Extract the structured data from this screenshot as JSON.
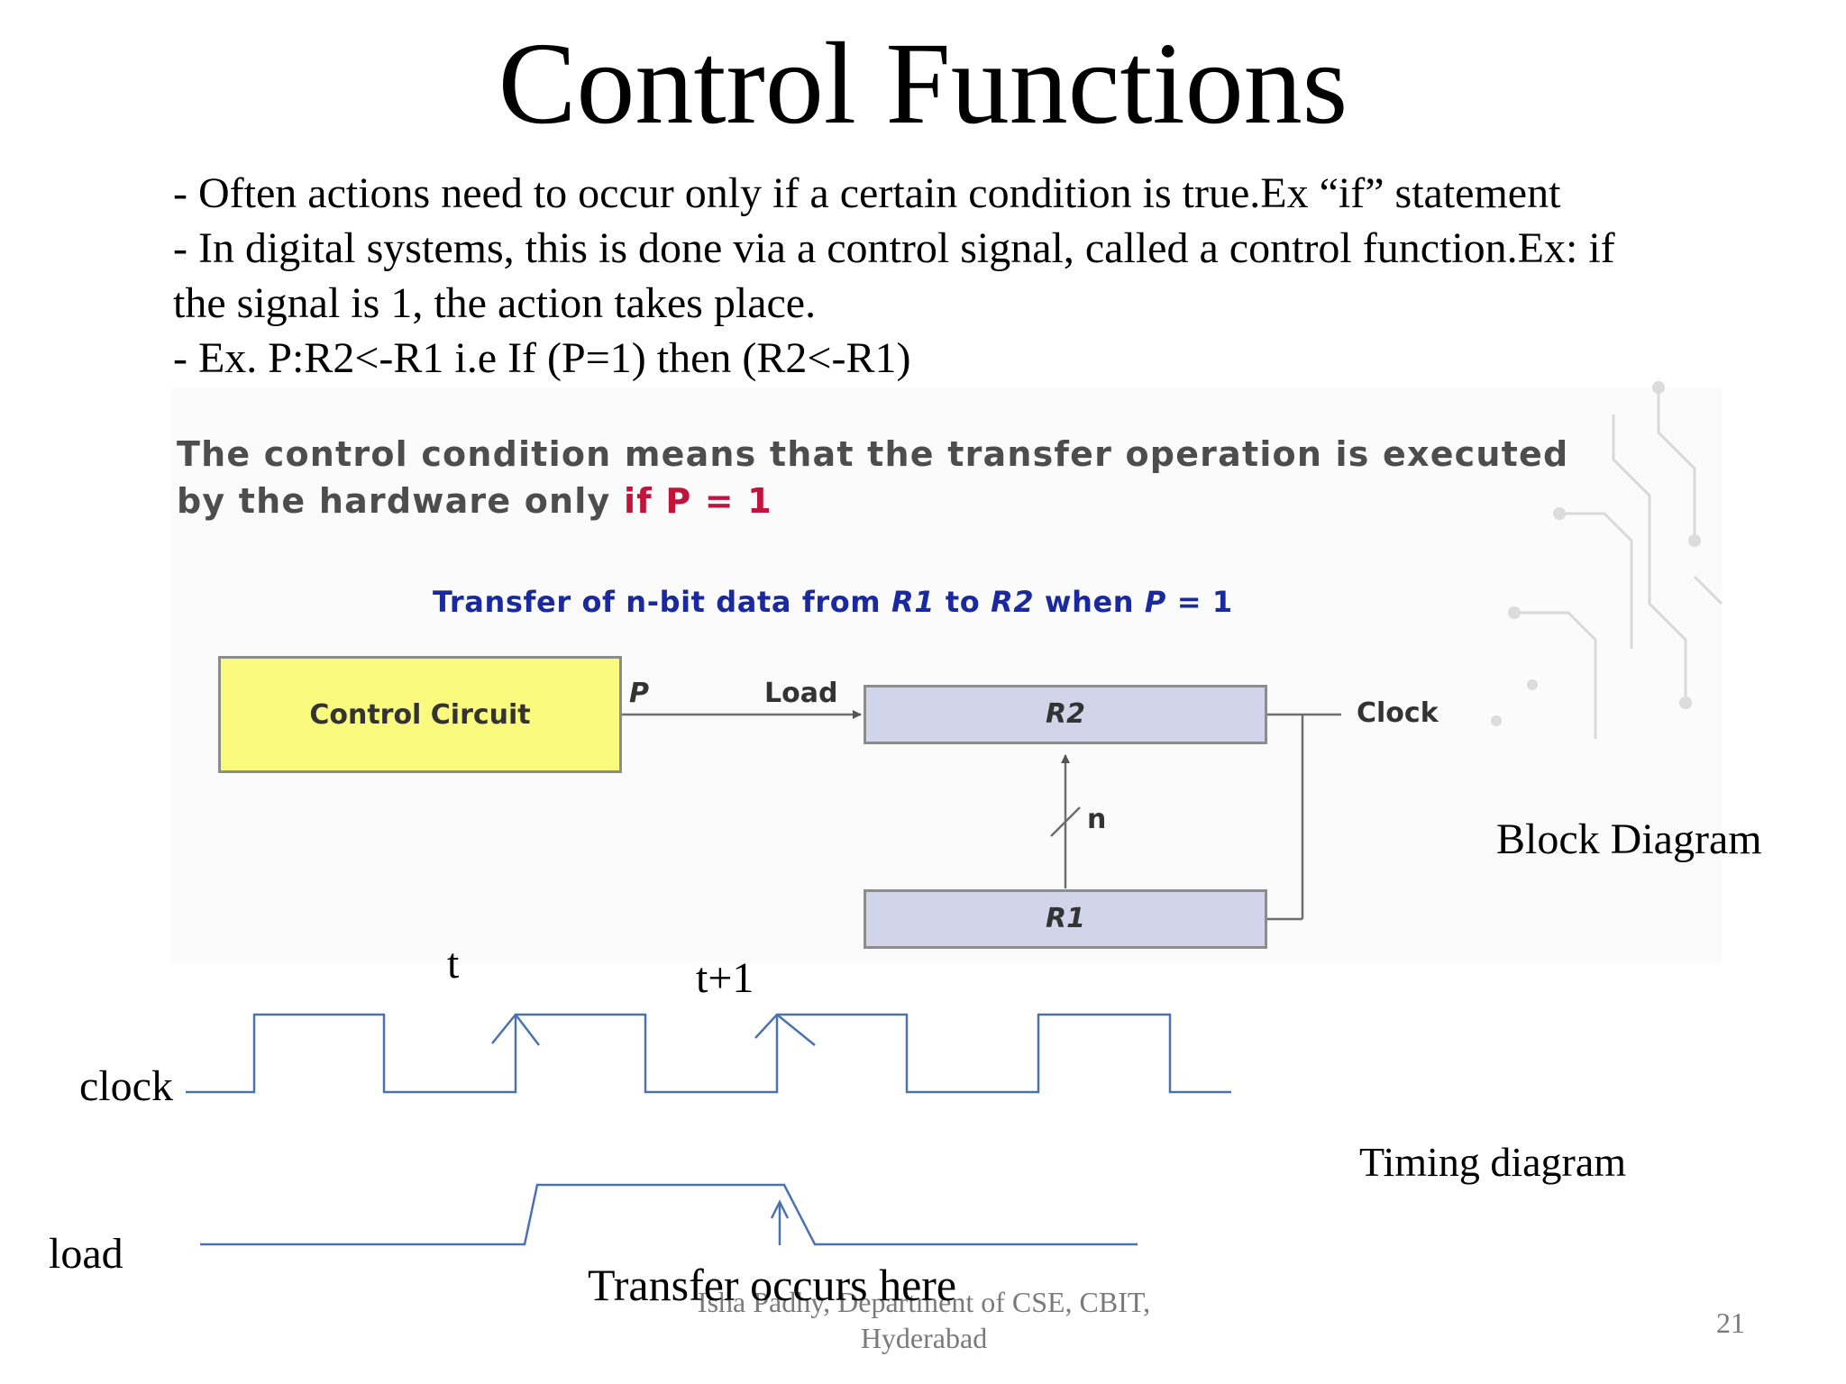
{
  "slide": {
    "title": "Control Functions",
    "bullets": [
      "- Often actions need to occur only if a certain condition is true.Ex “if” statement",
      "- In digital systems, this is done via a control signal, called a control function.Ex: if",
      "the signal is 1, the action takes place.",
      "- Ex. P:R2<-R1 i.e If (P=1) then (R2<-R1)"
    ]
  },
  "block_image": {
    "condition_line1": "The control condition means that the transfer operation is executed",
    "condition_line2_prefix": "by the hardware only ",
    "condition_line2_highlight": "if P = 1",
    "caption_parts": {
      "a": "Transfer of n-bit data from ",
      "r1": "R1",
      "b": " to ",
      "r2": "R2",
      "c": " when ",
      "p": "P",
      "d": " = 1"
    },
    "control_circuit_label": "Control Circuit",
    "p_label": "P",
    "load_label": "Load",
    "r2_label": "R2",
    "r1_label": "R1",
    "clock_label": "Clock",
    "n_label": "n",
    "highlight_color": "#c0143c",
    "caption_color": "#1a2a9e",
    "control_box_color": "#fafa7e",
    "register_color": "#d2d5ea"
  },
  "labels": {
    "block_diagram": "Block Diagram",
    "timing_diagram": "Timing diagram",
    "clock": "clock",
    "load": "load",
    "t": "t",
    "t_plus_1": "t+1",
    "transfer_note": "Transfer occurs here"
  },
  "timing": {
    "wave_color": "#4a72b0"
  },
  "footer": {
    "line1": "Isha Padhy, Department of CSE, CBIT,",
    "line2": "Hyderabad",
    "page_number": "21"
  }
}
